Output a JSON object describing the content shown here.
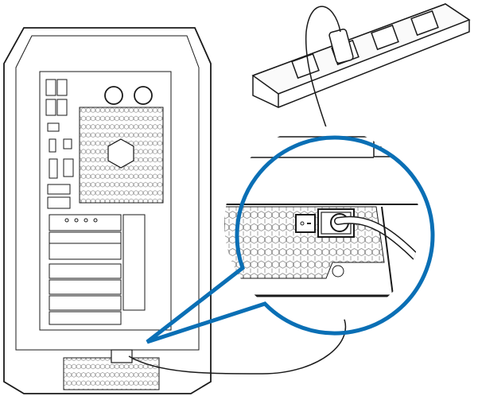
{
  "illustration": {
    "subject": "desktop-pc-power-cord-connection",
    "colors": {
      "callout": "#0a6fb5",
      "line": "#1a1a1a",
      "background": "#ffffff",
      "hex_mesh": "#8a8a8a"
    },
    "parts": [
      "power-strip",
      "pc-tower-rear",
      "psu-power-socket",
      "power-switch",
      "power-cord",
      "magnified-callout"
    ]
  }
}
